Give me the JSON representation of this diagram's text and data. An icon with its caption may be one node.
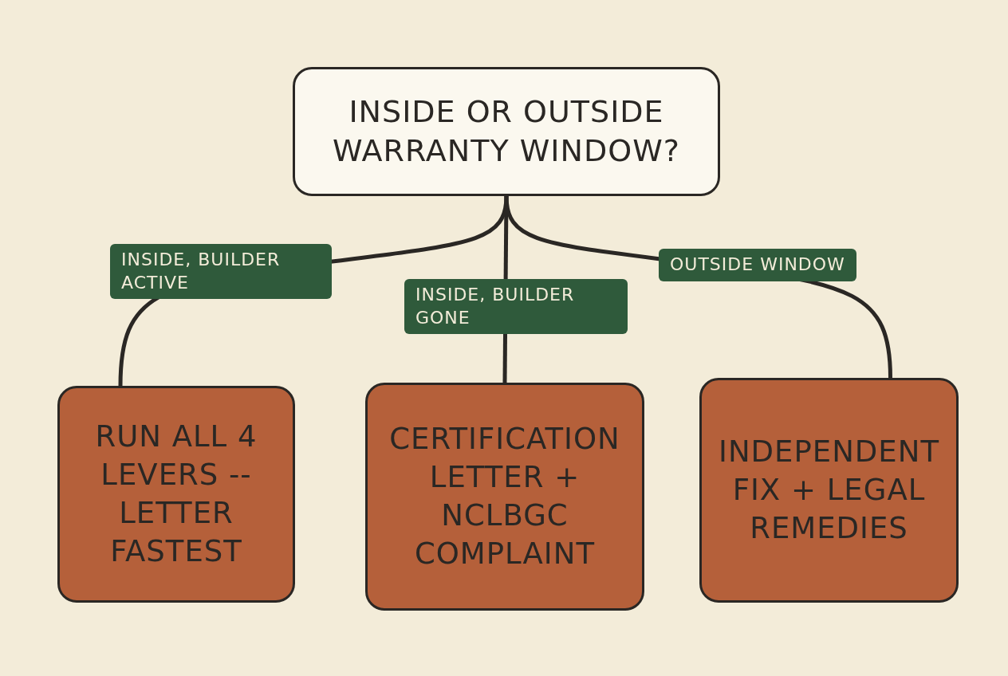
{
  "diagram": {
    "nodes": [
      {
        "text": [
          "INSIDE OR OUTSIDE WARRANTY WINDOW?"
        ]
      },
      {
        "text": [
          "RUN ALL 4 LEVERS -- LETTER FASTEST"
        ]
      },
      {
        "text": [
          "CERTIFICATION LETTER + NCLBGC COMPLAINT"
        ]
      },
      {
        "text": [
          "INDEPENDENT FIX + LEGAL REMEDIES"
        ]
      }
    ],
    "edges": [
      {
        "from": 0,
        "to": 1,
        "arrow": "none",
        "label": "INSIDE, BUILDER ACTIVE"
      },
      {
        "from": 0,
        "to": 2,
        "arrow": "none",
        "label": "INSIDE, BUILDER GONE"
      },
      {
        "from": 0,
        "to": 3,
        "arrow": "none",
        "label": "OUTSIDE WINDOW"
      }
    ]
  }
}
